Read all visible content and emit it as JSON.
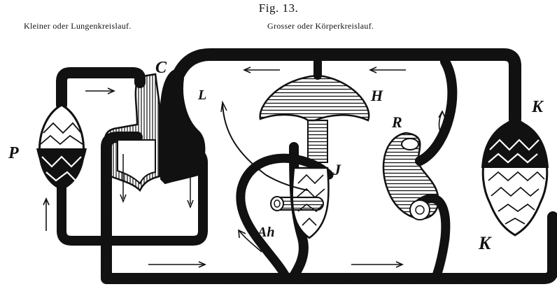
{
  "figure": {
    "title": "Fig. 13.",
    "caption_left": "Kleiner oder Lungenkreislauf.",
    "caption_right": "Grosser oder Körperkreislauf."
  },
  "labels": {
    "P": "P",
    "C": "C",
    "L": "L",
    "H": "H",
    "R": "R",
    "J": "J",
    "Ah": "Ah",
    "K_top": "K",
    "K_bottom": "K"
  },
  "colors": {
    "ink": "#111111",
    "paper": "#ffffff"
  }
}
